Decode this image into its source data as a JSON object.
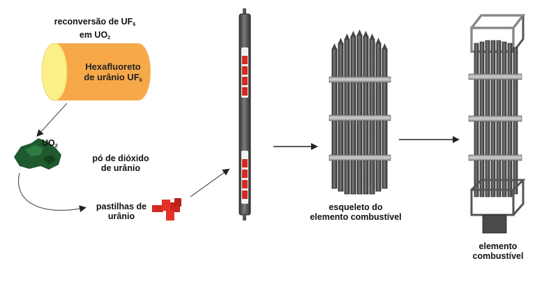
{
  "labels": {
    "reconversion_l1": "reconversão de UF",
    "reconversion_l1_sub": "6",
    "reconversion_l2": "em UO",
    "reconversion_l2_sub": "2",
    "hexa_l1": "Hexafluoreto",
    "hexa_l2": "de urânio UF",
    "hexa_l2_sub": "6",
    "uo2": "UO",
    "uo2_sub": "2",
    "powder_l1": "pó de dióxido",
    "powder_l2": "de urânio",
    "pellets_l1": "pastilhas de",
    "pellets_l2": "urânio",
    "skeleton_l1": "esqueleto do",
    "skeleton_l2": "elemento combustível",
    "element_l1": "elemento",
    "element_l2": "combustível"
  },
  "colors": {
    "cylinder_body": "#f7a94a",
    "cylinder_end": "#fbf089",
    "powder": "#1f5a2e",
    "pellet": "#e2332a",
    "rod": "#5b5b5b",
    "arrow": "#222222"
  },
  "icons": [
    "uf6-cylinder",
    "uo2-powder",
    "uranium-pellets",
    "fuel-rod",
    "fuel-skeleton",
    "fuel-element"
  ]
}
